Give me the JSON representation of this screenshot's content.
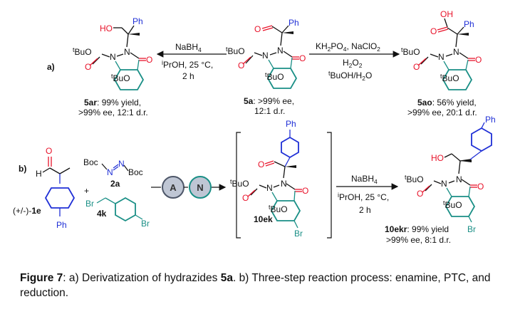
{
  "part_a": {
    "label": "a)",
    "center_compound": {
      "id": "5a",
      "desc1": ": >99% ee,",
      "desc2": "12:1 d.r."
    },
    "left_product": {
      "id": "5ar",
      "desc1": ": 99% yield,",
      "desc2": ">99% ee, 12:1 d.r."
    },
    "right_product": {
      "id": "5ao",
      "desc1": ": 56% yield,",
      "desc2": ">99% ee, 20:1 d.r."
    },
    "left_arrow": {
      "reagent": "NaBH",
      "reagent_sub": "4",
      "cond1_prefix": "i",
      "cond1": "PrOH, 25 °C,",
      "cond2": "2 h"
    },
    "right_arrow": {
      "reagent1": "KH",
      "reagent1_sub": "2",
      "reagent1_b": "PO",
      "reagent1_sub2": "4",
      "reagent1_c": ", NaClO",
      "reagent1_sub3": "2",
      "reagent2": "H",
      "reagent2_sub": "2",
      "reagent2_b": "O",
      "reagent2_sub2": "2",
      "reagent3_prefix": "t",
      "reagent3": "BuOH/H",
      "reagent3_sub": "2",
      "reagent3_b": "O"
    }
  },
  "part_b": {
    "label": "b)",
    "sm_label": "(+/-)-",
    "sm_id": "1e",
    "plus": "+",
    "reagent_2a_left": "Boc",
    "reagent_2a_right": "Boc",
    "reagent_2a_id": "2a",
    "reagent_4k_id": "4k",
    "circle_a": "A",
    "circle_n": "N",
    "intermediate_id": "10ek",
    "product_id": "10ekr",
    "product_desc1": ": 99% yield",
    "product_desc2": ">99% ee, 8:1 d.r.",
    "arrow": {
      "reagent": "NaBH",
      "reagent_sub": "4",
      "cond1_prefix": "i",
      "cond1": "PrOH, 25 °C,",
      "cond2": "2 h"
    }
  },
  "atoms": {
    "ph": "Ph",
    "ho": "HO",
    "oh": "OH",
    "o": "O",
    "n": "N",
    "h": "H",
    "br": "Br",
    "tbu_prefix": "t",
    "tbu": "Bu",
    "tbuo_o": "O"
  },
  "caption": {
    "lead": "Figure 7",
    "part1": ": a) Derivatization of hydrazides ",
    "bold_id": "5a",
    "part2": ". b) Three-step reaction process: enamine, PTC, and reduction."
  },
  "colors": {
    "red": "#e8142b",
    "blue": "#1f2fd6",
    "teal": "#1a8f86",
    "text": "#111111"
  }
}
